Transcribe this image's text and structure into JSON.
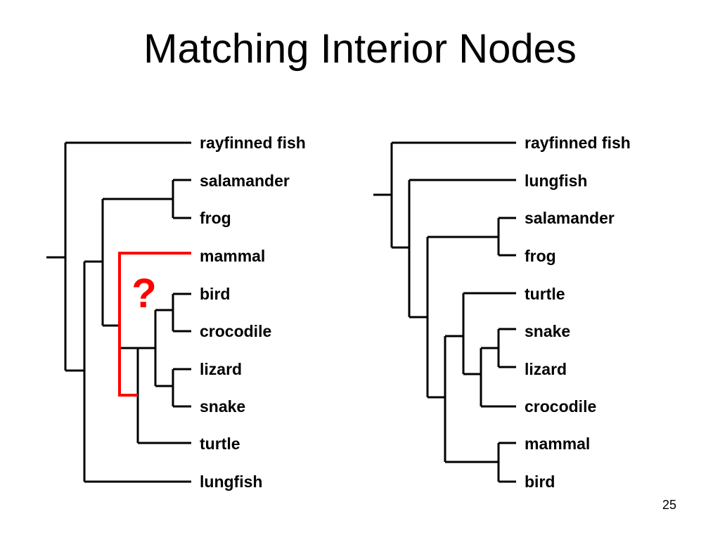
{
  "slide": {
    "title": "Matching Interior Nodes",
    "page_number": "25"
  },
  "highlight": {
    "symbol": "?",
    "color": "#ff0000"
  },
  "left_tree": {
    "leaves": [
      "rayfinned fish",
      "salamander",
      "frog",
      "mammal",
      "bird",
      "crocodile",
      "lizard",
      "snake",
      "turtle",
      "lungfish"
    ]
  },
  "right_tree": {
    "leaves": [
      "rayfinned fish",
      "lungfish",
      "salamander",
      "frog",
      "turtle",
      "snake",
      "lizard",
      "crocodile",
      "mammal",
      "bird"
    ]
  }
}
